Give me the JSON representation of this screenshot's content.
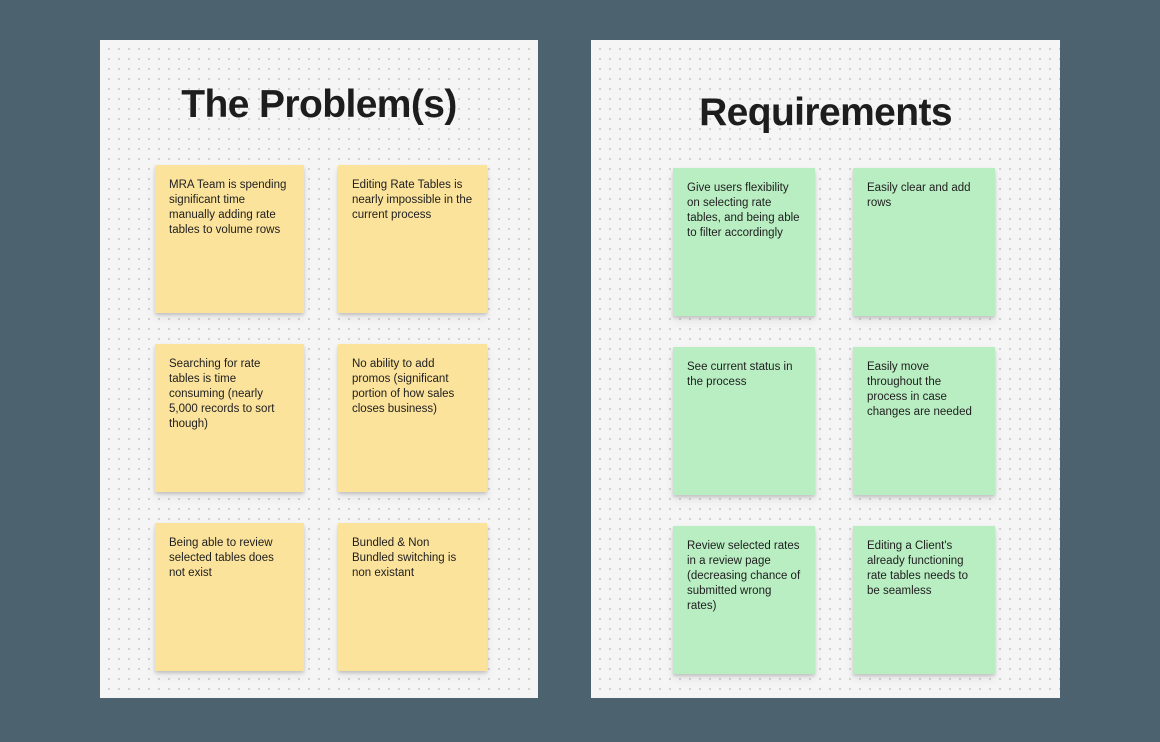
{
  "colors": {
    "canvas_background": "#4c626e",
    "panel_background": "#f5f5f5",
    "dot_grid": "#d2d2d2",
    "yellow_note": "#fbe39c",
    "green_note": "#b9edc2",
    "text": "#1e1e1e"
  },
  "panels": [
    {
      "title": "The Problem(s)",
      "note_color": "#fbe39c",
      "notes": [
        {
          "text": "MRA Team is spending significant time manually adding rate tables to volume rows"
        },
        {
          "text": "Editing Rate Tables is nearly impossible in the current process"
        },
        {
          "text": "Searching for rate tables is time consuming (nearly 5,000 records to sort though)"
        },
        {
          "text": "No ability to add promos (significant portion of how sales closes business)"
        },
        {
          "text": "Being able to review selected tables does not exist"
        },
        {
          "text": "Bundled & Non Bundled switching is non existant"
        }
      ]
    },
    {
      "title": "Requirements",
      "note_color": "#b9edc2",
      "notes": [
        {
          "text": "Give users flexibility on selecting rate tables, and being able to filter accordingly"
        },
        {
          "text": "Easily clear and add rows"
        },
        {
          "text": "See current status in the process"
        },
        {
          "text": "Easily move throughout the process in case changes are needed"
        },
        {
          "text": "Review selected rates in a review page (decreasing chance of submitted wrong rates)"
        },
        {
          "text": "Editing a Client's already functioning rate tables needs to be seamless"
        }
      ]
    }
  ]
}
